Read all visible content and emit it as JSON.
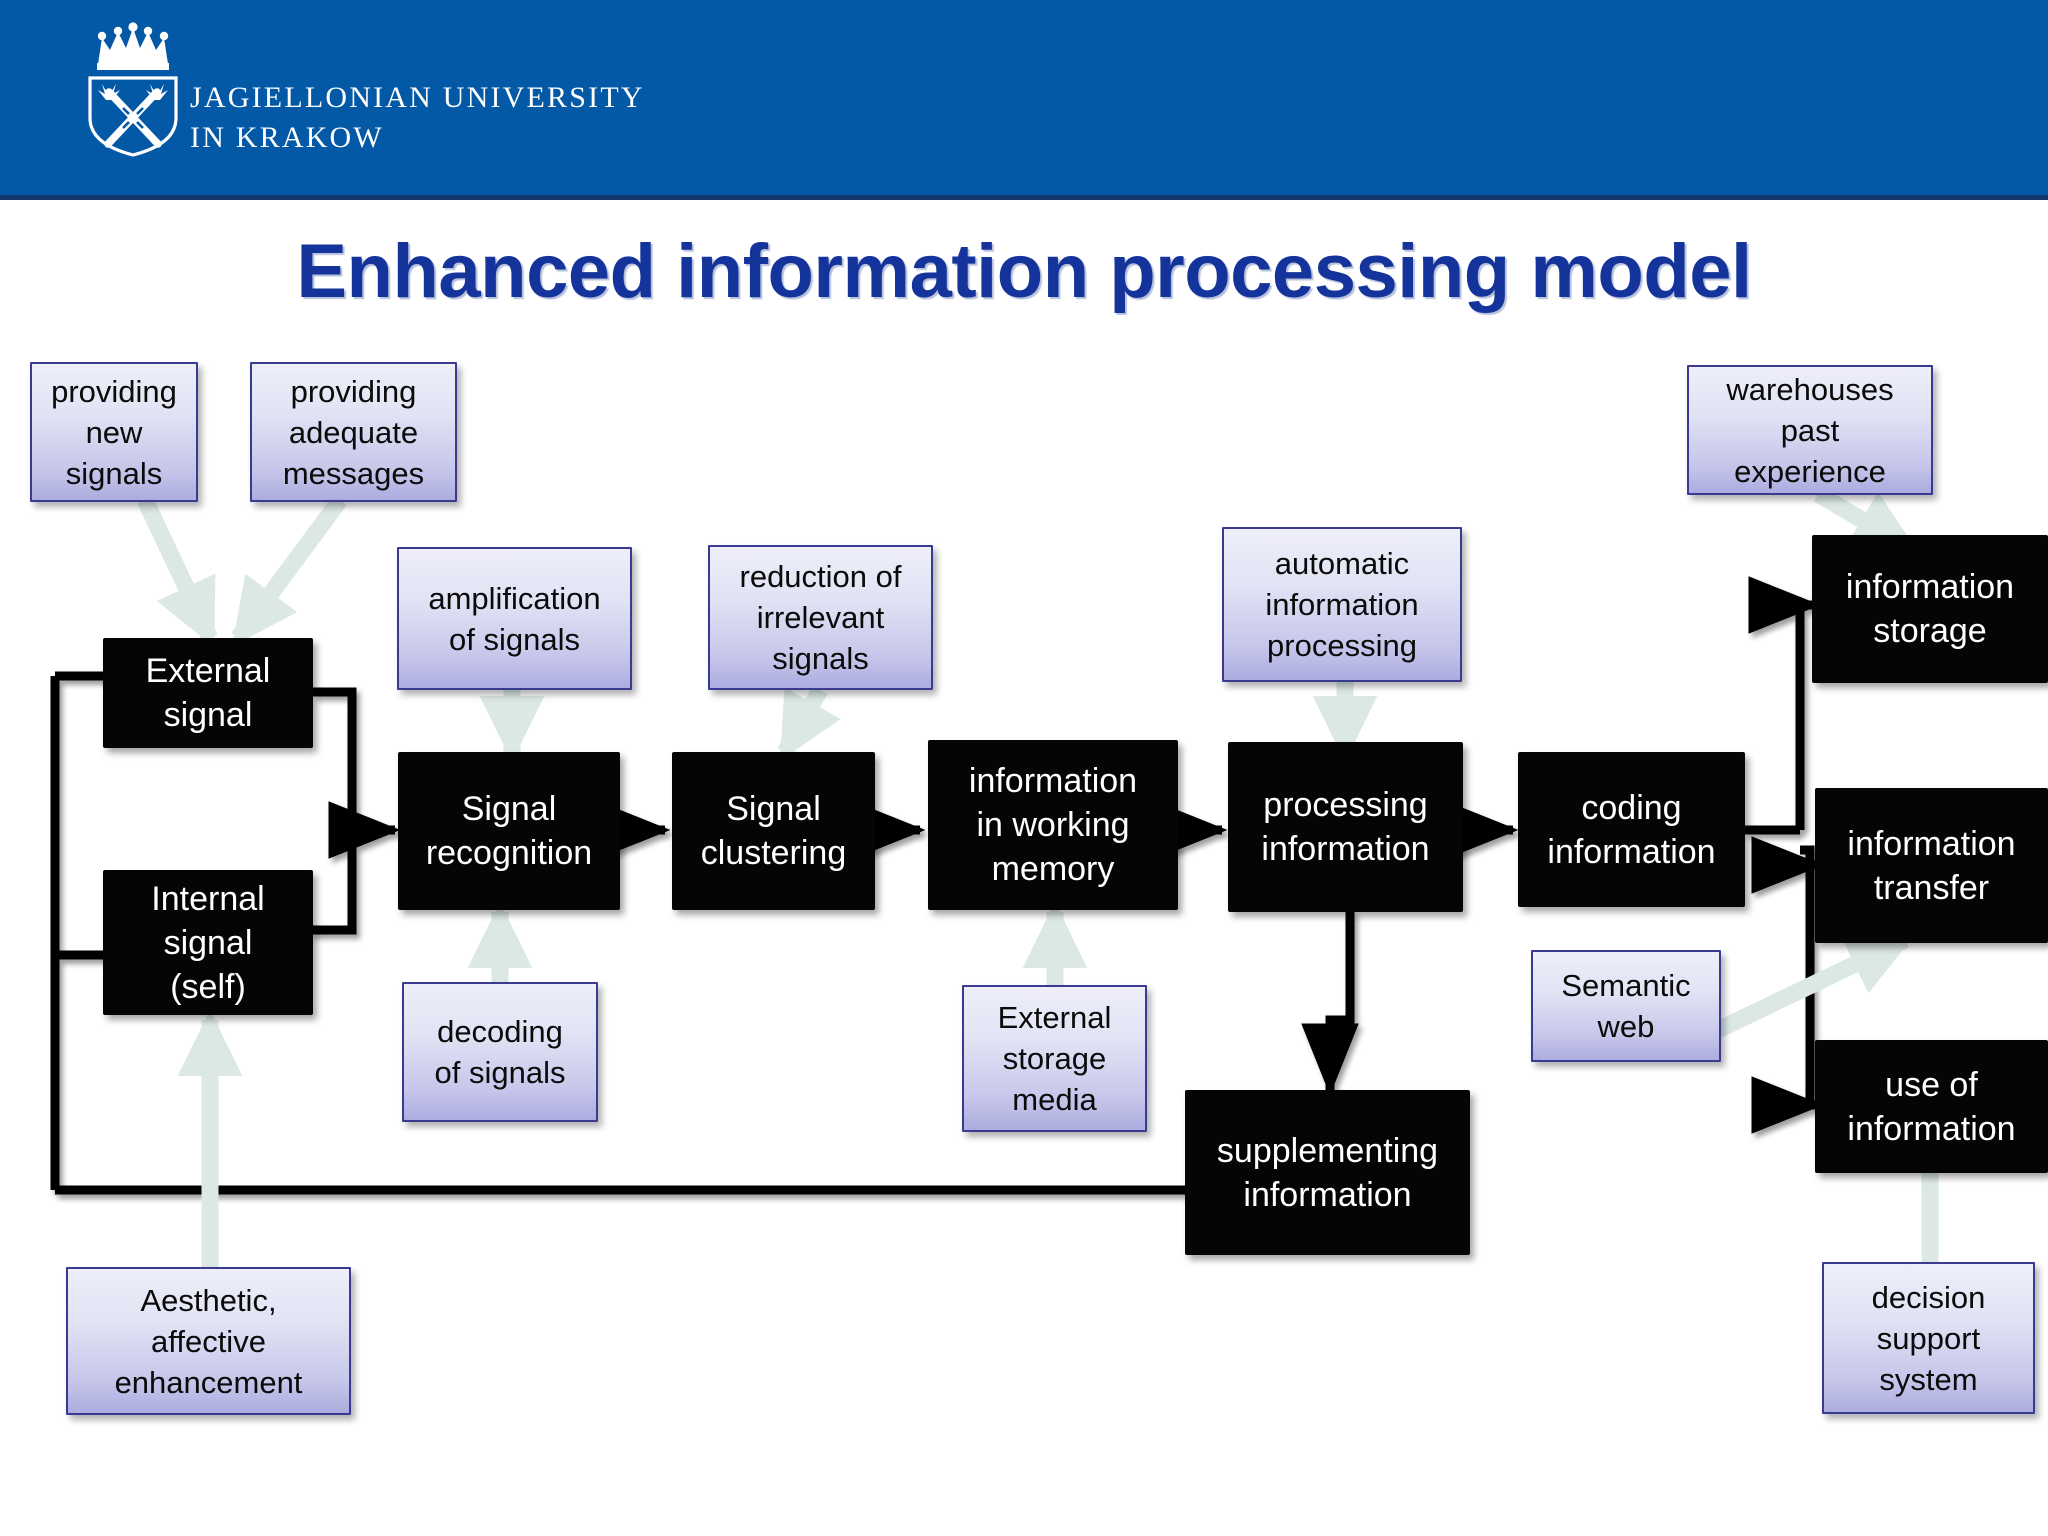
{
  "header": {
    "brand_line1": "JAGIELLONIAN UNIVERSITY",
    "brand_line2": "IN KRAKOW",
    "brand_text": "JAGIELLONIAN UNIVERSITY\nIN KRAKOW",
    "logo_icon": "jagiellonian-crest-icon",
    "band_color": "#0459A6"
  },
  "slide": {
    "title": "Enhanced information processing model",
    "title_color": "#14339b",
    "background": "#ffffff"
  },
  "diagram": {
    "type": "flowchart",
    "process_node_color": "#050505",
    "annotation_node_color": "#c6c6ea",
    "annotation_border_color": "#3a3a93",
    "solid_arrow_color": "#000000",
    "soft_arrow_color": "#dbe8e6",
    "process_nodes": [
      {
        "id": "external-signal",
        "label": "External\nsignal"
      },
      {
        "id": "internal-signal",
        "label": "Internal\nsignal\n(self)"
      },
      {
        "id": "signal-recognition",
        "label": "Signal\nrecognition"
      },
      {
        "id": "signal-clustering",
        "label": "Signal\nclustering"
      },
      {
        "id": "working-memory",
        "label": "information\nin working\nmemory"
      },
      {
        "id": "processing-information",
        "label": "processing\ninformation"
      },
      {
        "id": "coding-information",
        "label": "coding\ninformation"
      },
      {
        "id": "information-storage",
        "label": "information\nstorage"
      },
      {
        "id": "information-transfer",
        "label": "information\ntransfer"
      },
      {
        "id": "use-of-information",
        "label": "use of\ninformation"
      },
      {
        "id": "supplementing-information",
        "label": "supplementing\ninformation"
      }
    ],
    "annotation_nodes": [
      {
        "id": "providing-new-signals",
        "label": "providing\nnew\nsignals"
      },
      {
        "id": "providing-adequate-messages",
        "label": "providing\nadequate\nmessages"
      },
      {
        "id": "amplification-of-signals",
        "label": "amplification\nof signals"
      },
      {
        "id": "reduction-of-irrelevant-signals",
        "label": "reduction of\nirrelevant\nsignals"
      },
      {
        "id": "automatic-information-processing",
        "label": "automatic\ninformation\nprocessing"
      },
      {
        "id": "warehouses-past-experience",
        "label": "warehouses\npast\nexperience"
      },
      {
        "id": "decoding-of-signals",
        "label": "decoding\nof signals"
      },
      {
        "id": "external-storage-media",
        "label": "External\nstorage\nmedia"
      },
      {
        "id": "semantic-web",
        "label": "Semantic\nweb"
      },
      {
        "id": "aesthetic-affective-enhancement",
        "label": "Aesthetic,\naffective\nenhancement"
      },
      {
        "id": "decision-support-system",
        "label": "decision\nsupport\nsystem"
      }
    ],
    "connections": [
      {
        "from": "external-signal",
        "to": "signal-recognition",
        "style": "solid"
      },
      {
        "from": "internal-signal",
        "to": "signal-recognition",
        "style": "solid"
      },
      {
        "from": "signal-recognition",
        "to": "signal-clustering",
        "style": "solid"
      },
      {
        "from": "signal-clustering",
        "to": "working-memory",
        "style": "solid"
      },
      {
        "from": "working-memory",
        "to": "processing-information",
        "style": "solid"
      },
      {
        "from": "processing-information",
        "to": "coding-information",
        "style": "solid"
      },
      {
        "from": "processing-information",
        "to": "supplementing-information",
        "style": "solid"
      },
      {
        "from": "supplementing-information",
        "to": "external-signal",
        "style": "solid"
      },
      {
        "from": "supplementing-information",
        "to": "internal-signal",
        "style": "solid"
      },
      {
        "from": "coding-information",
        "to": "information-storage",
        "style": "solid"
      },
      {
        "from": "coding-information",
        "to": "information-transfer",
        "style": "solid"
      },
      {
        "from": "coding-information",
        "to": "use-of-information",
        "style": "solid"
      },
      {
        "from": "providing-new-signals",
        "to": "external-signal",
        "style": "soft"
      },
      {
        "from": "providing-adequate-messages",
        "to": "external-signal",
        "style": "soft"
      },
      {
        "from": "amplification-of-signals",
        "to": "signal-recognition",
        "style": "soft"
      },
      {
        "from": "decoding-of-signals",
        "to": "signal-recognition",
        "style": "soft"
      },
      {
        "from": "reduction-of-irrelevant-signals",
        "to": "signal-clustering",
        "style": "soft"
      },
      {
        "from": "external-storage-media",
        "to": "working-memory",
        "style": "soft"
      },
      {
        "from": "automatic-information-processing",
        "to": "processing-information",
        "style": "soft"
      },
      {
        "from": "warehouses-past-experience",
        "to": "information-storage",
        "style": "soft"
      },
      {
        "from": "semantic-web",
        "to": "information-transfer",
        "style": "soft"
      },
      {
        "from": "aesthetic-affective-enhancement",
        "to": "internal-signal",
        "style": "soft"
      },
      {
        "from": "decision-support-system",
        "to": "use-of-information",
        "style": "soft"
      }
    ]
  }
}
